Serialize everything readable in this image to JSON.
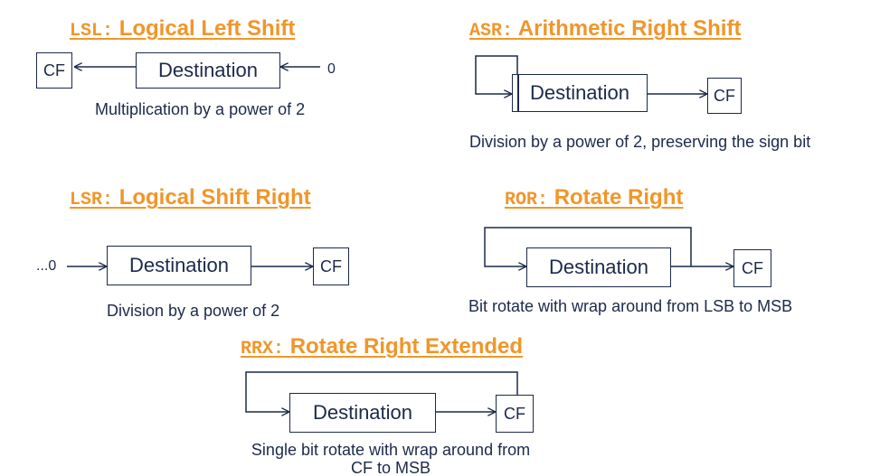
{
  "accent_color": "#f0962a",
  "text_color": "#1c2a4a",
  "lsl": {
    "mnemonic": "LSL:",
    "title": "Logical Left Shift",
    "destination": "Destination",
    "cf": "CF",
    "input": "0",
    "caption": "Multiplication by a power of 2"
  },
  "asr": {
    "mnemonic": "ASR:",
    "title": "Arithmetic Right Shift",
    "destination": "Destination",
    "cf": "CF",
    "caption": "Division by a power of 2, preserving the sign bit"
  },
  "lsr": {
    "mnemonic": "LSR:",
    "title": "Logical Shift Right",
    "destination": "Destination",
    "cf": "CF",
    "input": "...0",
    "caption": "Division by a power of 2"
  },
  "ror": {
    "mnemonic": "ROR:",
    "title": "Rotate Right",
    "destination": "Destination",
    "cf": "CF",
    "caption": "Bit rotate with wrap around from LSB to MSB"
  },
  "rrx": {
    "mnemonic": "RRX:",
    "title": "Rotate Right Extended",
    "destination": "Destination",
    "cf": "CF",
    "caption": "Single bit rotate with wrap around from CF to MSB"
  }
}
